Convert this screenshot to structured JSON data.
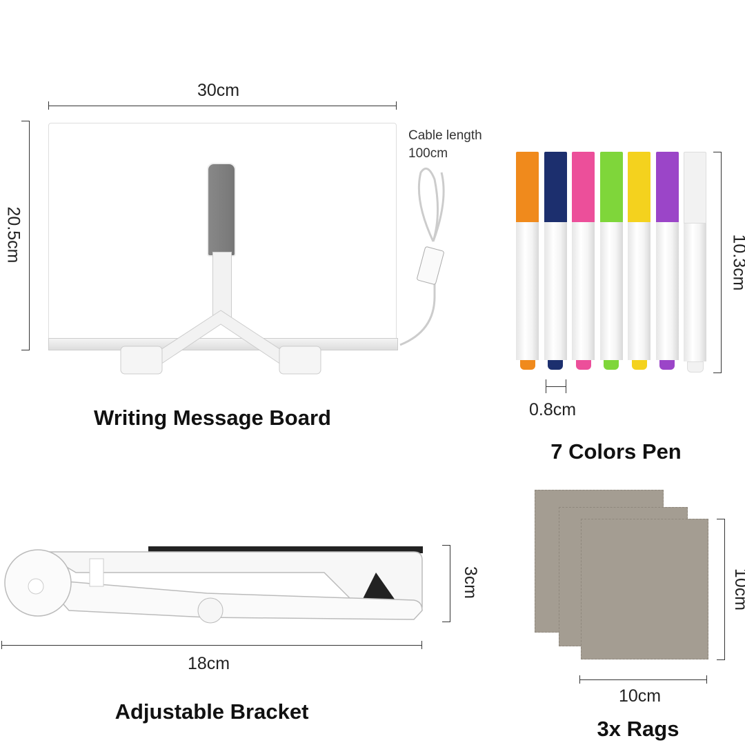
{
  "board": {
    "width_label": "30cm",
    "height_label": "20.5cm",
    "cable_label_line1": "Cable length",
    "cable_label_line2": "100cm",
    "title": "Writing Message Board"
  },
  "pens": {
    "length_label": "10.3cm",
    "diameter_label": "0.8cm",
    "title": "7 Colors Pen",
    "colors": [
      "#f08a1c",
      "#1c2f6e",
      "#ec4f9a",
      "#7fd63a",
      "#f4d21e",
      "#9b45c8",
      "#f2f2f2"
    ]
  },
  "bracket": {
    "length_label": "18cm",
    "height_label": "3cm",
    "title": "Adjustable Bracket"
  },
  "rags": {
    "height_label": "10cm",
    "width_label": "10cm",
    "title": "3x Rags",
    "color": "#a49d92"
  }
}
